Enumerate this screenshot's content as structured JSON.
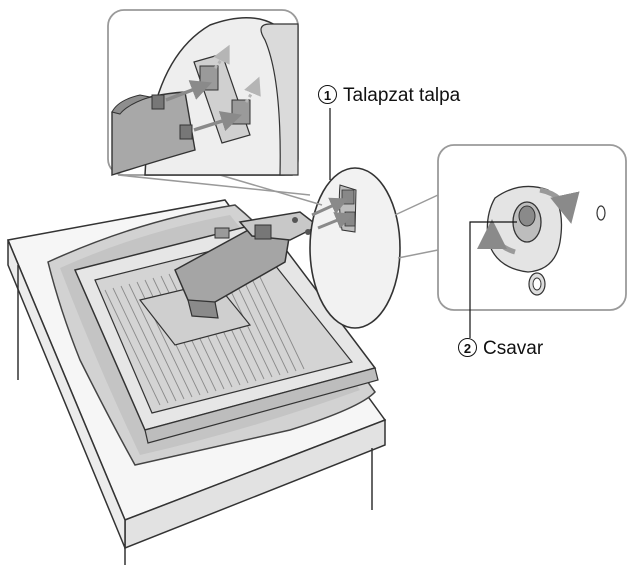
{
  "callouts": [
    {
      "number": "1",
      "text": "Talapzat talpa"
    },
    {
      "number": "2",
      "text": "Csavar"
    }
  ],
  "colors": {
    "line": "#333333",
    "fill_light": "#e8e8e8",
    "fill_mid": "#bdbdbd",
    "fill_dark": "#8a8a8a",
    "panel_border": "#9a9a9a"
  }
}
